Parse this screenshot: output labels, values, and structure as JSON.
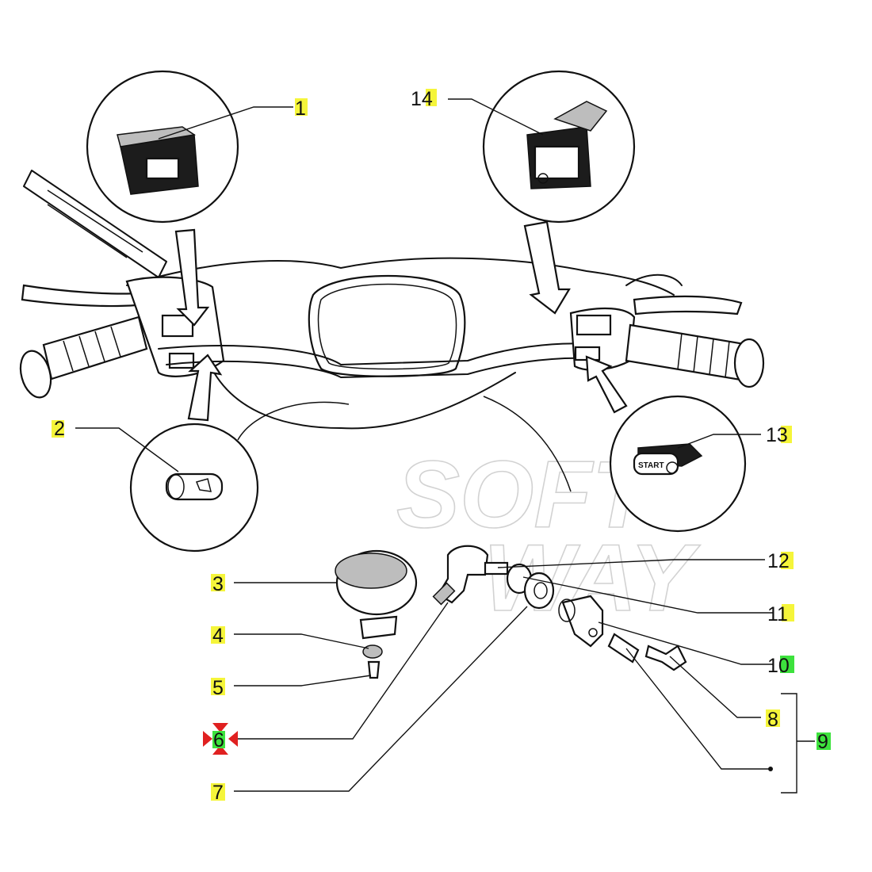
{
  "diagram": {
    "watermark": [
      "SOFT",
      "WAY"
    ],
    "start_button_text": "START",
    "callouts": [
      {
        "id": "1",
        "label": "1",
        "highlight": "yellow"
      },
      {
        "id": "2",
        "label": "2",
        "highlight": "yellow"
      },
      {
        "id": "3",
        "label": "3",
        "highlight": "yellow"
      },
      {
        "id": "4",
        "label": "4",
        "highlight": "yellow"
      },
      {
        "id": "5",
        "label": "5",
        "highlight": "yellow"
      },
      {
        "id": "6",
        "label": "6",
        "highlight": "green",
        "selected": true
      },
      {
        "id": "7",
        "label": "7",
        "highlight": "yellow"
      },
      {
        "id": "8",
        "label": "8",
        "highlight": "yellow"
      },
      {
        "id": "9",
        "label": "9",
        "highlight": "green"
      },
      {
        "id": "10",
        "label": "10",
        "highlight": "green"
      },
      {
        "id": "11",
        "label": "11",
        "highlight": "yellow"
      },
      {
        "id": "12",
        "label": "12",
        "highlight": "yellow"
      },
      {
        "id": "13",
        "label": "13",
        "highlight": "yellow"
      },
      {
        "id": "14",
        "label": "14",
        "highlight": "yellow"
      }
    ],
    "colors": {
      "highlight_yellow": "#f5f53a",
      "highlight_green": "#3de23d",
      "selection_marker": "#e02020"
    }
  }
}
